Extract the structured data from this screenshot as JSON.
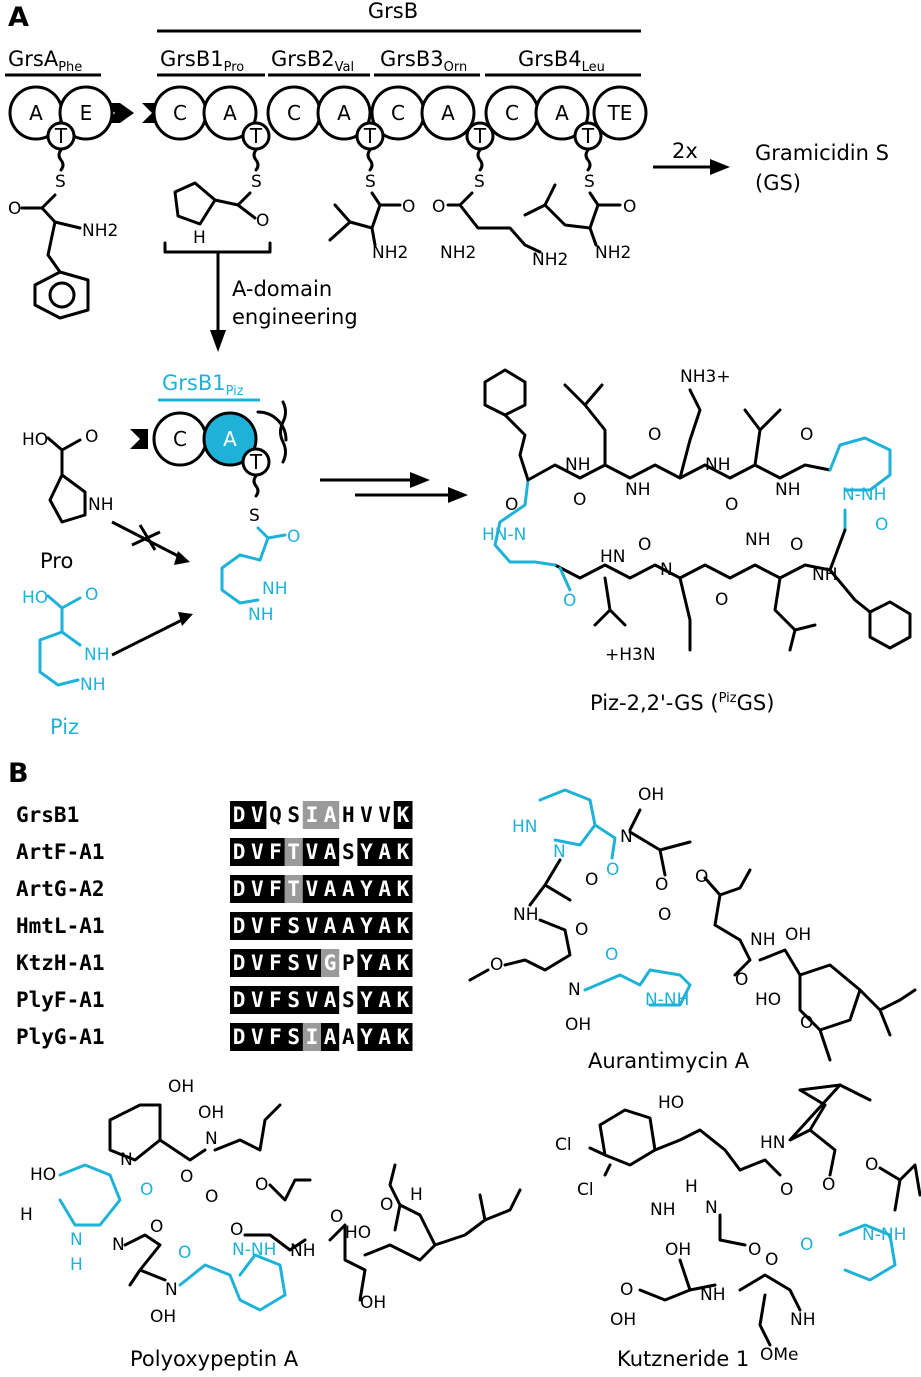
{
  "panels": {
    "a": "A",
    "b": "B"
  },
  "colors": {
    "accent": "#1fb2d8",
    "highlight_gray": "#9a9a9a",
    "black": "#000000"
  },
  "modules": {
    "grsb": "GrsB",
    "grsa": {
      "name": "GrsA",
      "sub": "Phe"
    },
    "b1": {
      "name": "GrsB1",
      "sub": "Pro"
    },
    "b2": {
      "name": "GrsB2",
      "sub": "Val"
    },
    "b3": {
      "name": "GrsB3",
      "sub": "Orn"
    },
    "b4": {
      "name": "GrsB4",
      "sub": "Leu"
    },
    "b1piz": {
      "name": "GrsB1",
      "sub": "Piz"
    }
  },
  "domains": [
    "A",
    "E",
    "C",
    "A",
    "C",
    "A",
    "C",
    "A",
    "C",
    "A",
    "TE"
  ],
  "thiolation": "T",
  "engineering": {
    "line1": "A-domain",
    "line2": "engineering"
  },
  "product": {
    "multiplier": "2x",
    "name": "Gramicidin S",
    "abbr": "(GS)"
  },
  "substrates": {
    "pro": "Pro",
    "piz": "Piz"
  },
  "piz_gs": {
    "label_main": "Piz-2,2'-GS (",
    "label_sup": "Piz",
    "label_end": "GS)"
  },
  "alignment": [
    {
      "name": "GrsB1",
      "seq": "DVQSIAHVVK"
    },
    {
      "name": "ArtF-A1",
      "seq": "DVFTVASYAK"
    },
    {
      "name": "ArtG-A2",
      "seq": "DVFTVAAYAK"
    },
    {
      "name": "HmtL-A1",
      "seq": "DVFSVAAYAK"
    },
    {
      "name": "KtzH-A1",
      "seq": "DVFSVGPYAK"
    },
    {
      "name": "PlyF-A1",
      "seq": "DVFSVASYAK"
    },
    {
      "name": "PlyG-A1",
      "seq": "DVFSIAAYAK"
    }
  ],
  "compounds": {
    "aurantimycin": "Aurantimycin A",
    "polyoxypeptin": "Polyoxypeptin A",
    "kutzneride": "Kutzneride 1"
  },
  "atoms": {
    "s": "S",
    "o": "O",
    "nh2": "NH2",
    "nh": "NH",
    "hn": "HN",
    "h": "H",
    "n": "N",
    "oh": "OH",
    "ho": "HO",
    "cl": "Cl",
    "ome": "OMe",
    "nh3": "NH3+",
    "h3n": "+H3N",
    "hnn": "HN-N",
    "nhnh": "N-NH"
  }
}
